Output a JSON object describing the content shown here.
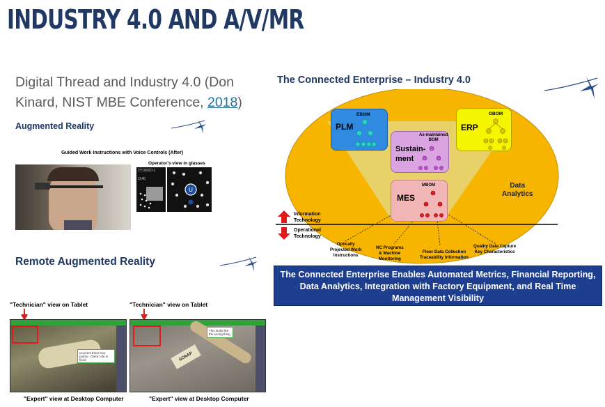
{
  "slide": {
    "title": "INDUSTRY 4.0 AND A/V/MR",
    "subtitle_text": "Digital Thread and Industry 4.0 (Don Kinard, NIST MBE Conference, ",
    "subtitle_link": "2018",
    "subtitle_end": ")"
  },
  "ar": {
    "heading": "Augmented Reality",
    "caption": "Guided Work Instructions with Voice Controls (After)",
    "glasses_caption": "Operator's view in glasses",
    "glasses_code": "2Y1002D-1",
    "glasses_num": "1140"
  },
  "rar": {
    "heading": "Remote Augmented Reality",
    "tech_label_1": "\"Technician\" view on Tablet",
    "tech_label_2": "\"Technician\" view on Tablet",
    "expert_label_1": "\"Expert\" view at Desktop Computer",
    "expert_label_2": "\"Expert\" view at Desktop Computer",
    "note_1": "Connect these two points - check role is fixed",
    "note_2": "This looks like the wrong thing",
    "tag": "SCRAP"
  },
  "diagram": {
    "title": "The Connected Enterprise – Industry 4.0",
    "plm": "PLM",
    "ebom": "EBOM",
    "erp": "ERP",
    "obom": "OBOM",
    "sustain_1": "Sustain-",
    "sustain_2": "ment",
    "as_maintained_1": "As-maintained",
    "as_maintained_2": "BOM",
    "mes": "MES",
    "mbom": "MBOM",
    "data_analytics_1": "Data",
    "data_analytics_2": "Analytics",
    "it_1": "Information",
    "it_2": "Technology",
    "ot_1": "Operational",
    "ot_2": "Technology",
    "leaf_1a": "Optically",
    "leaf_1b": "Projected Work",
    "leaf_1c": "Instructions",
    "leaf_2a": "NC Programs",
    "leaf_2b": "& Machine",
    "leaf_2c": "Monitoring",
    "leaf_3a": "Floor Data Collection",
    "leaf_3b": "Traceability Information",
    "leaf_4a": "Quality Data Capture",
    "leaf_4b": "Key Characteristics",
    "banner": "The Connected Enterprise Enables Automated Metrics, Financial Reporting, Data Analytics, Integration with Factory Equipment, and Real Time Management Visibility",
    "colors": {
      "ellipse": "#f7b500",
      "plm": "#2f8ae0",
      "erp": "#f5f500",
      "sustain": "#d9a4e0",
      "mes": "#f3b6b6",
      "banner": "#1e3f8f"
    }
  }
}
